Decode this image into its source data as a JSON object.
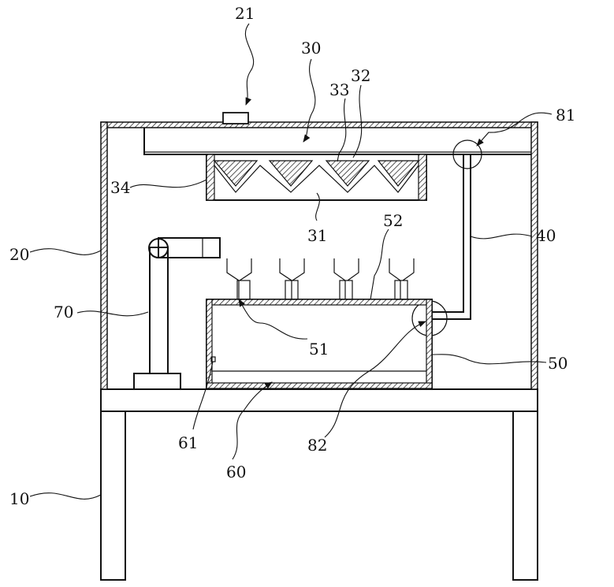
{
  "figure": {
    "labels": {
      "l10": "10",
      "l20": "20",
      "l21": "21",
      "l30": "30",
      "l31": "31",
      "l32": "32",
      "l33": "33",
      "l34": "34",
      "l40": "40",
      "l50": "50",
      "l51": "51",
      "l52": "52",
      "l60": "60",
      "l61": "61",
      "l70": "70",
      "l81": "81",
      "l82": "82"
    }
  }
}
